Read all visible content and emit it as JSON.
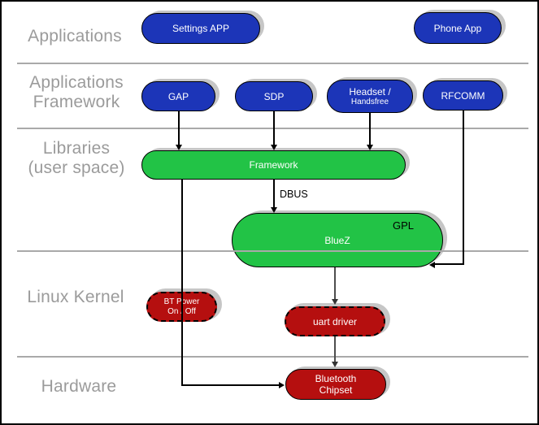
{
  "diagram": {
    "type": "layered-architecture",
    "subject": "Bluetooth software stack"
  },
  "colors": {
    "app_pill_blue": "#1c35b8",
    "library_pill_green": "#22c346",
    "kernel_pill_red": "#b50f0f",
    "layer_label_gray": "#9b9b9b",
    "pill_text": "#ffffff",
    "shadow_gray": "#c6c6c6"
  },
  "layers": {
    "applications": {
      "label": "Applications"
    },
    "applications_framework": {
      "line1": "Applications",
      "line2": "Framework"
    },
    "libraries": {
      "line1": "Libraries",
      "line2": "(user space)"
    },
    "linux_kernel": {
      "label": "Linux Kernel"
    },
    "hardware": {
      "label": "Hardware"
    }
  },
  "nodes": {
    "settings_app": {
      "label": "Settings APP"
    },
    "phone_app": {
      "label": "Phone App"
    },
    "gap": {
      "label": "GAP"
    },
    "sdp": {
      "label": "SDP"
    },
    "headset": {
      "line1": "Headset /",
      "line2": "Handsfree"
    },
    "rfcomm": {
      "label": "RFCOMM"
    },
    "framework": {
      "label": "Framework"
    },
    "bluez": {
      "label": "BlueZ",
      "badge": "GPL"
    },
    "bt_power": {
      "line1": "BT Power",
      "line2": "On / Off"
    },
    "uart_driver": {
      "label": "uart driver"
    },
    "bluetooth_chipset": {
      "line1": "Bluetooth",
      "line2": "Chipset"
    }
  },
  "edges": {
    "dbus_label": "DBUS"
  }
}
